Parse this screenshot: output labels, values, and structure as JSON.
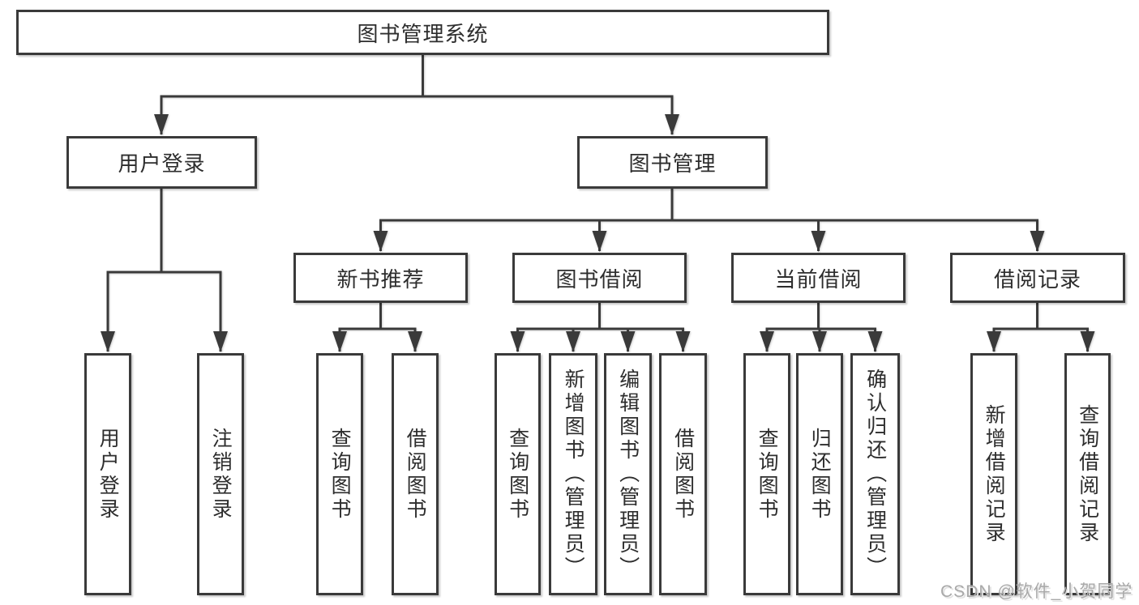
{
  "tree": {
    "root": {
      "label": "图书管理系统"
    },
    "branches": [
      {
        "label": "用户登录",
        "children": [
          {
            "label": "用户登录"
          },
          {
            "label": "注销登录"
          }
        ]
      },
      {
        "label": "图书管理",
        "children": [
          {
            "label": "新书推荐",
            "children": [
              {
                "label": "查询图书"
              },
              {
                "label": "借阅图书"
              }
            ]
          },
          {
            "label": "图书借阅",
            "children": [
              {
                "label": "查询图书"
              },
              {
                "label": "新增图书（管理员）"
              },
              {
                "label": "编辑图书（管理员）"
              },
              {
                "label": "借阅图书"
              }
            ]
          },
          {
            "label": "当前借阅",
            "children": [
              {
                "label": "查询图书"
              },
              {
                "label": "归还图书"
              },
              {
                "label": "确认归还（管理员）"
              }
            ]
          },
          {
            "label": "借阅记录",
            "children": [
              {
                "label": "新增借阅记录"
              },
              {
                "label": "查询借阅记录"
              }
            ]
          }
        ]
      }
    ]
  },
  "watermark": "CSDN @软件_小贺同学",
  "colors": {
    "line": "#3a3a3a",
    "box_border": "#3a3a3a",
    "text": "#2d2d2d",
    "background": "#ffffff",
    "watermark": "#a9a9a9"
  }
}
